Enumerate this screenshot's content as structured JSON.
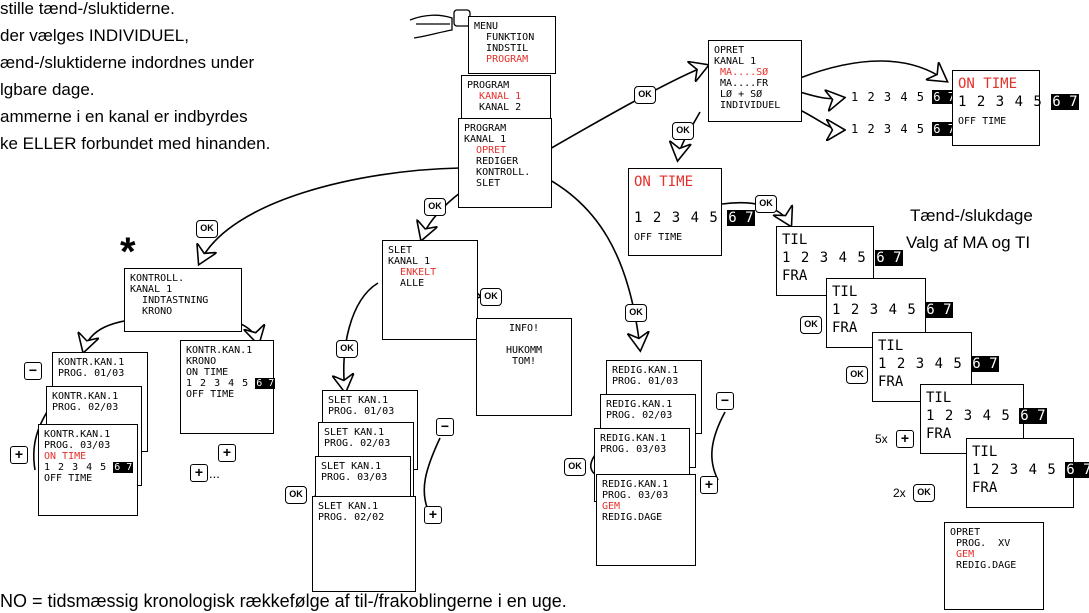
{
  "intro": {
    "line1": "stille tænd-/sluktiderne.",
    "line2": "der vælges INDIVIDUEL,",
    "line3": "ænd-/sluktiderne indordnes under",
    "line4": "lgbare dage.",
    "line5": "ammerne i en kanal er indbyrdes",
    "line6": "ke ELLER forbundet med hinanden."
  },
  "footnote": "NO = tidsmæssig kronologisk rækkefølge af til-/frakoblingerne i en uge.",
  "right_note": {
    "line1": "Tænd-/slukdage",
    "line2": "Valg af MA og TI"
  },
  "asterisk": "*",
  "menu": {
    "l1": "MENU",
    "l2": "FUNKTION",
    "l3": "INDSTIL",
    "l4": "PROGRAM"
  },
  "program_kanal": {
    "l1": "PROGRAM",
    "l2": "KANAL 1",
    "l3": "KANAL 2"
  },
  "program_menu": {
    "l1": "PROGRAM",
    "l2": "KANAL 1",
    "l3": "OPRET",
    "l4": "REDIGER",
    "l5": "KONTROLL.",
    "l6": "SLET"
  },
  "opret_menu": {
    "l1": "OPRET",
    "l2": "KANAL 1",
    "l3": "MA....SØ",
    "l4": "MA....FR",
    "l5": "LØ + SØ",
    "l6": "INDIVIDUEL"
  },
  "days_label": "1 2 3 4 5",
  "days_inv": "6 7",
  "on_time": "ON TIME",
  "off_time": "OFF TIME",
  "til": "TIL",
  "fra": "FRA",
  "kontroll_menu": {
    "l1": "KONTROLL.",
    "l2": "KANAL 1",
    "l3": "INDTASTNING",
    "l4": "KRONO"
  },
  "kontr_stack": {
    "a1": "KONTR.KAN.1",
    "a2": "PROG. 01/03",
    "b1": "KONTR.KAN.1",
    "b2": "PROG. 02/03",
    "c1": "KONTR.KAN.1",
    "c2": "PROG. 03/03"
  },
  "kontr_krono": {
    "l1": "KONTR.KAN.1",
    "l2": "KRONO"
  },
  "slet_menu": {
    "l1": "SLET",
    "l2": "KANAL 1",
    "l3": "ENKELT",
    "l4": "ALLE"
  },
  "info": {
    "l1": "INFO!",
    "l2": "HUKOMM",
    "l3": "TOM!"
  },
  "slet_stack": {
    "a1": "SLET KAN.1",
    "a2": "PROG. 01/03",
    "b1": "SLET KAN.1",
    "b2": "PROG. 02/03",
    "c1": "SLET KAN.1",
    "c2": "PROG. 03/03",
    "d1": "SLET KAN.1",
    "d2": "PROG. 02/02"
  },
  "redig_stack": {
    "a1": "REDIG.KAN.1",
    "a2": "PROG. 01/03",
    "b1": "REDIG.KAN.1",
    "b2": "PROG. 02/03",
    "c1": "REDIG.KAN.1",
    "c2": "PROG. 03/03",
    "d1": "REDIG.KAN.1",
    "d2": "PROG. 03/03",
    "d3": "GEM",
    "d4": "REDIG.DAGE"
  },
  "opret_final": {
    "l1": "OPRET",
    "l2": "PROG.  XV",
    "l3": "GEM",
    "l4": "REDIG.DAGE"
  },
  "buttons": {
    "ok": "OK",
    "minus": "−",
    "plus": "+",
    "x5": "5x",
    "x2": "2x",
    "dots": "..."
  },
  "colors": {
    "highlight": "#e5302a",
    "line": "#000000"
  }
}
